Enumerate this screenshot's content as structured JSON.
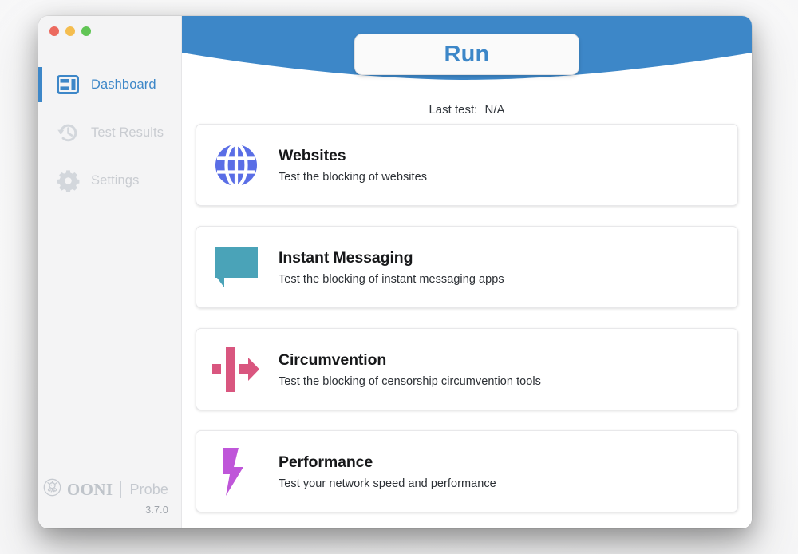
{
  "window": {
    "traffic_lights": [
      {
        "name": "close",
        "color": "#ec6a5f"
      },
      {
        "name": "minimize",
        "color": "#f4bd4f"
      },
      {
        "name": "zoom",
        "color": "#61c555"
      }
    ]
  },
  "sidebar": {
    "items": [
      {
        "label": "Dashboard",
        "icon": "dashboard-icon",
        "active": true
      },
      {
        "label": "Test Results",
        "icon": "history-clock-icon",
        "active": false
      },
      {
        "label": "Settings",
        "icon": "gear-icon",
        "active": false
      }
    ],
    "footer": {
      "brand": "OONI",
      "product": "Probe",
      "version": "3.7.0"
    }
  },
  "header": {
    "run_label": "Run",
    "last_test_label": "Last test:",
    "last_test_value": "N/A",
    "accent_color": "#3d87c8"
  },
  "cards": [
    {
      "title": "Websites",
      "description": "Test the blocking of websites",
      "icon": "globe-icon",
      "color": "#5a6ee6"
    },
    {
      "title": "Instant Messaging",
      "description": "Test the blocking of instant messaging apps",
      "icon": "chat-bubble-icon",
      "color": "#4aa3b8"
    },
    {
      "title": "Circumvention",
      "description": "Test the blocking of censorship circumvention tools",
      "icon": "circumvention-arrow-icon",
      "color": "#d9567f"
    },
    {
      "title": "Performance",
      "description": "Test your network speed and performance",
      "icon": "lightning-bolt-icon",
      "color": "#bf56d9"
    }
  ]
}
